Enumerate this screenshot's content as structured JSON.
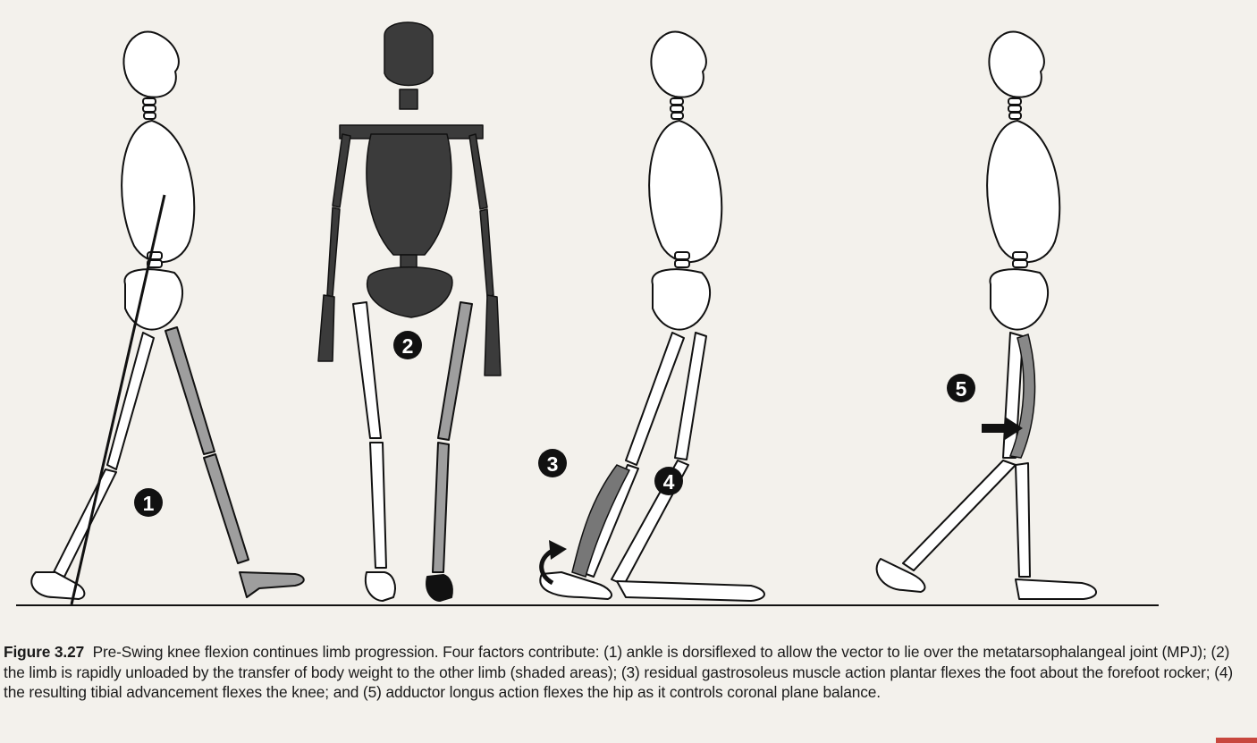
{
  "figure": {
    "markers": [
      "1",
      "2",
      "3",
      "4",
      "5"
    ],
    "colors": {
      "background": "#f3f1ec",
      "outline": "#111111",
      "shaded_limb": "#9e9e9e",
      "dark_body": "#3b3b3b"
    }
  },
  "caption": {
    "label": "Figure 3.27",
    "text": "Pre-Swing knee flexion continues limb progression. Four factors contribute: (1) ankle is dorsiflexed to allow the vector to lie over the metatarsophalangeal joint (MPJ); (2) the limb is rapidly unloaded by the transfer of body weight to the other limb (shaded areas); (3) residual gastrosoleus muscle action plantar flexes the foot about the forefoot rocker; (4) the resulting tibial advancement flexes the knee; and (5) adductor longus action flexes the hip as it controls coronal plane balance."
  }
}
